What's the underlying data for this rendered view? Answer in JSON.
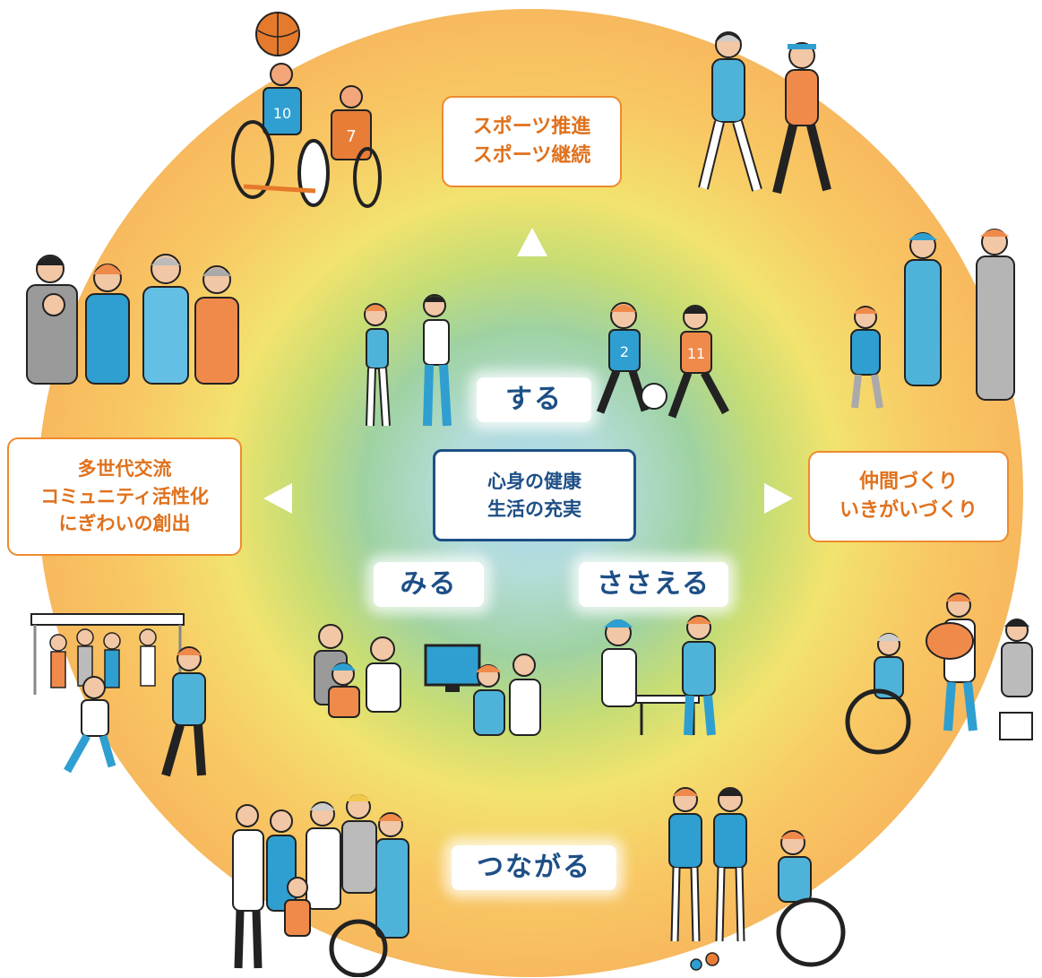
{
  "top_box": {
    "line1": "スポーツ推進",
    "line2": "スポーツ継続"
  },
  "left_box": {
    "line1": "多世代交流",
    "line2": "コミュニティ活性化",
    "line3": "にぎわいの創出"
  },
  "right_box": {
    "line1": "仲間づくり",
    "line2": "いきがいづくり"
  },
  "center_box": {
    "line1": "心身の健康",
    "line2": "生活の充実"
  },
  "labels": {
    "suru": "する",
    "miru": "みる",
    "sasaeru": "ささえる",
    "tsunagaru": "つながる"
  },
  "jerseys": {
    "n10": "10",
    "n7": "7",
    "n2": "2",
    "n11": "11"
  },
  "colors": {
    "orange": "#ee8a2e",
    "navy": "#1d4f86",
    "blue": "#2e9fd0"
  }
}
